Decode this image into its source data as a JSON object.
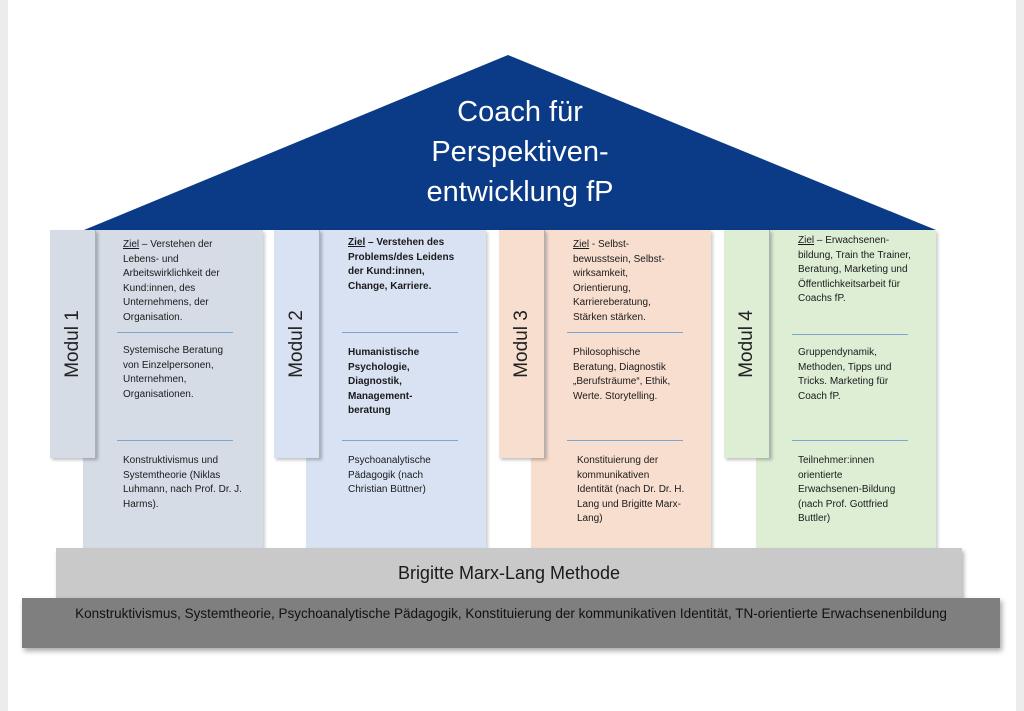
{
  "colors": {
    "roof": "#0b3a86",
    "modul1": "#d5dce6",
    "modul2": "#d8e2f2",
    "modul3": "#f8decf",
    "modul4": "#ddeed5",
    "method": "#c9c9c9",
    "base": "#7f7f7f"
  },
  "roof": {
    "line1": "Coach für",
    "line2": "Perspektiven-",
    "line3": "entwicklung fP"
  },
  "modules": [
    {
      "label": "Modul 1",
      "goal_prefix": "Ziel",
      "goal_text": " – Verstehen der Lebens- und Arbeitswirklichkeit der Kund:innen, des Unternehmens, der Organisation.",
      "content": "Systemische Beratung von Einzelpersonen, Unternehmen, Organisationen.",
      "theory": "Konstruktivismus und Systemtheorie (Niklas Luhmann, nach Prof. Dr. J. Harms)."
    },
    {
      "label": "Modul 2",
      "goal_prefix": "Ziel",
      "goal_text": " – Verstehen des Problems/des Leidens der Kund:innen, Change, Karriere.",
      "content": "Humanistische Psychologie, Diagnostik, Management-beratung",
      "theory": "Psychoanalytische Pädagogik (nach Christian Büttner)"
    },
    {
      "label": "Modul 3",
      "goal_prefix": "Ziel",
      "goal_text": " - Selbst-bewusstsein, Selbst-wirksamkeit, Orientierung, Karriereberatung, Stärken stärken.",
      "content": "Philosophische Beratung, Diagnostik „Berufsträume“, Ethik, Werte. Storytelling.",
      "theory": "Konstituierung der kommunikativen Identität (nach Dr. Dr. H. Lang und Brigitte Marx-Lang)"
    },
    {
      "label": "Modul 4",
      "goal_prefix": "Ziel",
      "goal_text": " – Erwachsenen-bildung, Train the Trainer, Beratung, Marketing und Öffentlichkeitsarbeit für Coachs fP.",
      "content": "Gruppendynamik, Methoden, Tipps und Tricks. Marketing für Coach fP.",
      "theory": "Teilnehmer:innen orientierte Erwachsenen-Bildung (nach Prof. Gottfried Buttler)"
    }
  ],
  "method": "Brigitte Marx-Lang Methode",
  "base": "Konstruktivismus, Systemtheorie, Psychoanalytische Pädagogik, Konstituierung der kommunikativen Identität, TN-orientierte Erwachsenenbildung"
}
